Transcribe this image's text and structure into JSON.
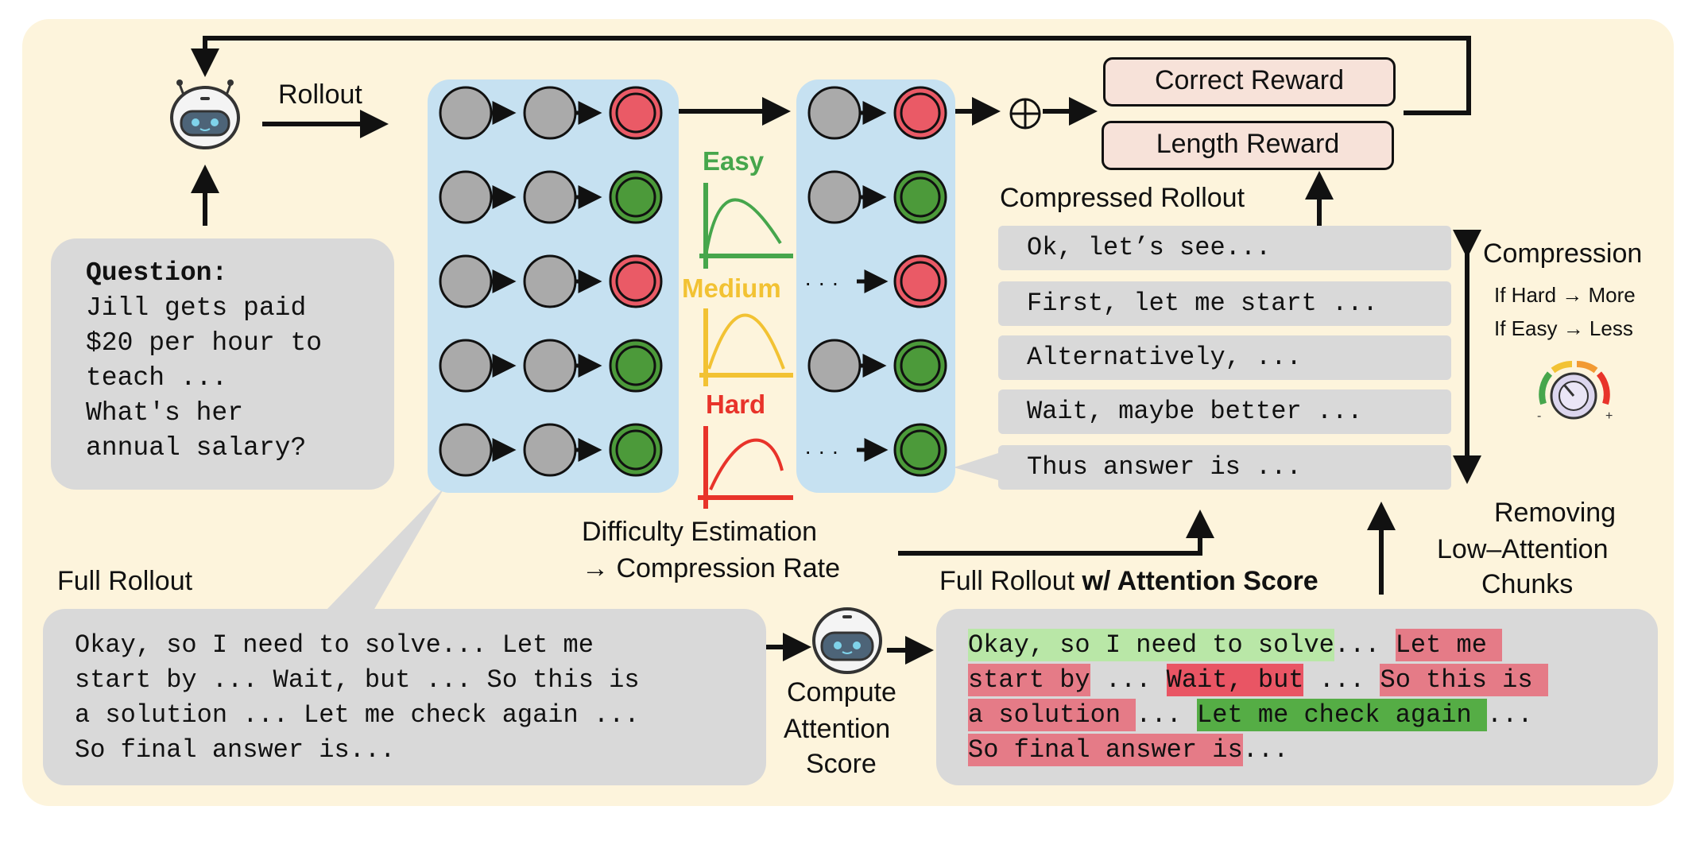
{
  "rollout_label": "Rollout",
  "question": {
    "title": "Question:",
    "lines": [
      "Jill gets paid",
      "$20 per hour to",
      "teach ...",
      "What's her",
      "annual salary?"
    ]
  },
  "difficulty": {
    "easy": "Easy",
    "medium": "Medium",
    "hard": "Hard",
    "estimation_line1": "Difficulty Estimation",
    "estimation_line2": "→ Compression Rate",
    "ellipsis": "· · ·"
  },
  "rewards": {
    "correct": "Correct Reward",
    "length": "Length Reward"
  },
  "compressed_rollout": {
    "title": "Compressed Rollout",
    "steps": [
      "Ok, let’s see...",
      "First, let me start ...",
      "Alternatively, ...",
      "Wait, maybe better ...",
      "Thus answer is ..."
    ]
  },
  "compression": {
    "title": "Compression",
    "rule_hard": "If Hard → More",
    "rule_easy": "If Easy → Less",
    "removing_line1": "Removing",
    "removing_line2": "Low–Attention",
    "removing_line3": "Chunks"
  },
  "full_rollout": {
    "title": "Full Rollout",
    "lines": [
      "Okay, so I need to solve... Let me",
      "start by ... Wait, but ... So this is",
      "a solution ... Let me check again ...",
      "So final answer is..."
    ]
  },
  "compute_attention": {
    "line1": "Compute",
    "line2": "Attention",
    "line3": "Score"
  },
  "attention_rollout": {
    "title_plain": "Full Rollout ",
    "title_bold": "w/ Attention Score",
    "segments": {
      "s1": "Okay, so I need to solve",
      "s2": "... ",
      "s3": "Let me ",
      "s4": "start by",
      "s5": " ... ",
      "s6": "Wait, but",
      "s7": " ... ",
      "s8": "So this is ",
      "s9": "a solution ",
      "s10": "... ",
      "s11": "Let me check again ",
      "s12": "...",
      "s13": "So final answer is",
      "s14": "..."
    }
  },
  "colors": {
    "panel": "#fdf4dc",
    "blue_box": "#c6e1f1",
    "node_grey": "#aaaaaa",
    "node_red": "#ea5a66",
    "node_green": "#4c9a3a",
    "easy": "#46a64c",
    "medium": "#f2c233",
    "hard": "#e8332a",
    "reward_fill": "#f7e2d9"
  }
}
